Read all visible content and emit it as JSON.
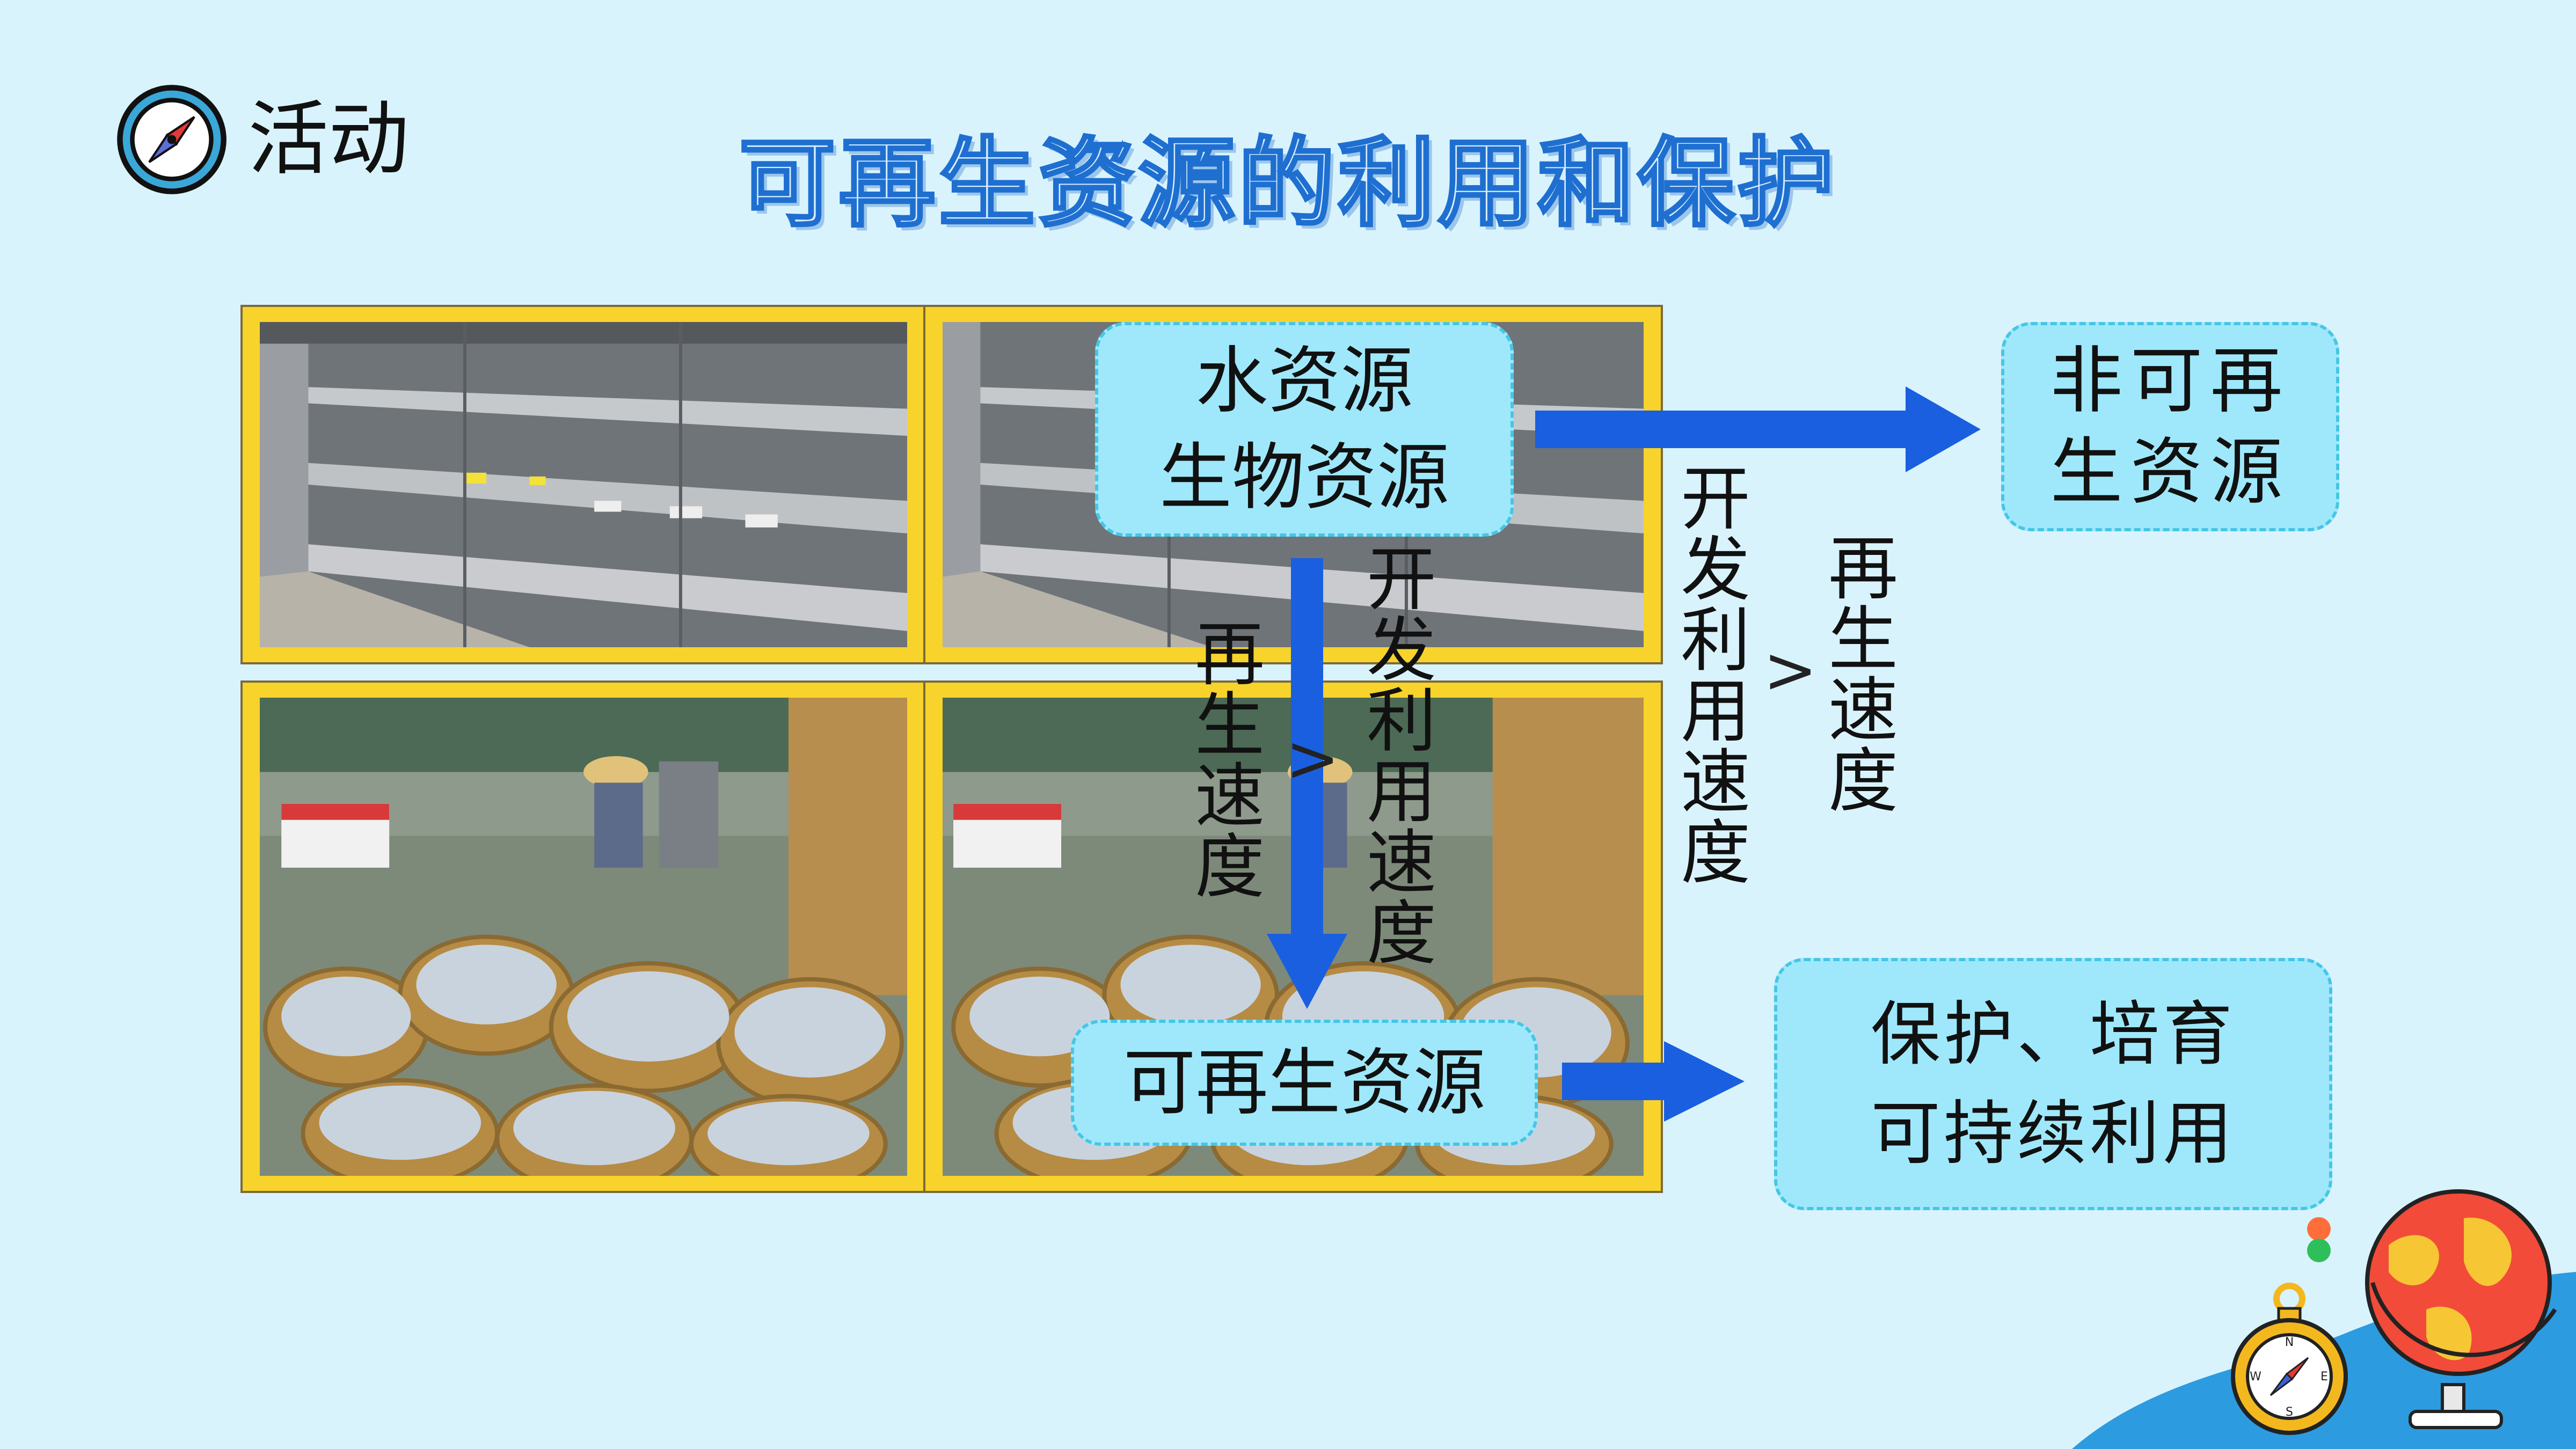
{
  "header": {
    "activity_label": "活动",
    "title": "可再生资源的利用和保护"
  },
  "icons": {
    "activity": "compass-icon",
    "decoration_globe": "globe-icon",
    "decoration_compass": "compass-icon"
  },
  "colors": {
    "background": "#d9f3fd",
    "box_fill": "#9fe8fb",
    "box_border": "#46c6e6",
    "arrow": "#1a5fe0",
    "frame": "#f7d32c"
  },
  "boxes": {
    "resources": "水资源\n生物资源",
    "nonrenewable": "非可再\n生资源",
    "renewable": "可再生资源",
    "protect": "保护、培育\n可持续利用"
  },
  "labels": {
    "right_exploit_speed": "开发利用速度",
    "right_gt": ">",
    "right_regen_speed": "再生速度",
    "left_regen_speed": "再生速度",
    "left_gt": ">",
    "left_exploit_speed": "开发利用速度"
  },
  "photos": {
    "top_left": "empty-shelves-photo",
    "top_right": "empty-shelves-photo",
    "bottom_left": "fish-baskets-photo",
    "bottom_right": "fish-baskets-photo"
  }
}
